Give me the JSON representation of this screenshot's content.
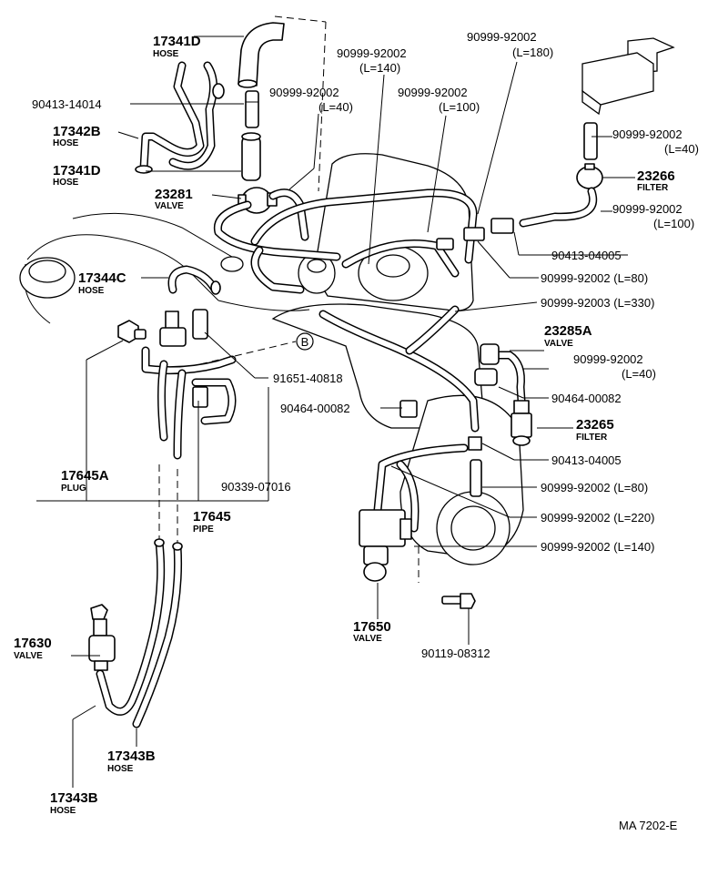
{
  "diagram": {
    "reference_code": "MA 7202-E",
    "circle_marker": "B",
    "labels": [
      {
        "id": "p17341D_top",
        "number": "17341D",
        "name": "HOSE"
      },
      {
        "id": "p90413_14014",
        "number": "90413-14014"
      },
      {
        "id": "p17342B",
        "number": "17342B",
        "name": "HOSE"
      },
      {
        "id": "p17341D_mid",
        "number": "17341D",
        "name": "HOSE"
      },
      {
        "id": "p23281",
        "number": "23281",
        "name": "VALVE"
      },
      {
        "id": "p17344C",
        "number": "17344C",
        "name": "HOSE"
      },
      {
        "id": "p90999_92002_L140_top",
        "number": "90999-92002",
        "spec": "(L=140)"
      },
      {
        "id": "p90999_92002_L40_top",
        "number": "90999-92002",
        "spec": "(L=40)"
      },
      {
        "id": "p90999_92002_L100_top",
        "number": "90999-92002",
        "spec": "(L=100)"
      },
      {
        "id": "p90999_92002_L180",
        "number": "90999-92002",
        "spec": "(L=180)"
      },
      {
        "id": "p90999_92002_L40_right",
        "number": "90999-92002",
        "spec": "(L=40)"
      },
      {
        "id": "p23266",
        "number": "23266",
        "name": "FILTER"
      },
      {
        "id": "p90999_92002_L100_right",
        "number": "90999-92002",
        "spec": "(L=100)"
      },
      {
        "id": "p90413_04005_a",
        "number": "90413-04005"
      },
      {
        "id": "p90999_92002_L80_a",
        "number": "90999-92002 (L=80)"
      },
      {
        "id": "p90999_92003_L330",
        "number": "90999-92003 (L=330)"
      },
      {
        "id": "p23285A",
        "number": "23285A",
        "name": "VALVE"
      },
      {
        "id": "p90999_92002_L40_mid",
        "number": "90999-92002",
        "spec": "(L=40)"
      },
      {
        "id": "p91651_40818",
        "number": "91651-40818"
      },
      {
        "id": "p90464_00082_left",
        "number": "90464-00082"
      },
      {
        "id": "p90464_00082_right",
        "number": "90464-00082"
      },
      {
        "id": "p23265",
        "number": "23265",
        "name": "FILTER"
      },
      {
        "id": "p90413_04005_b",
        "number": "90413-04005"
      },
      {
        "id": "p17645A",
        "number": "17645A",
        "name": "PLUG"
      },
      {
        "id": "p90339_07016",
        "number": "90339-07016"
      },
      {
        "id": "p17645",
        "number": "17645",
        "name": "PIPE"
      },
      {
        "id": "p90999_92002_L80_b",
        "number": "90999-92002 (L=80)"
      },
      {
        "id": "p90999_92002_L220",
        "number": "90999-92002 (L=220)"
      },
      {
        "id": "p90999_92002_L140_b",
        "number": "90999-92002 (L=140)"
      },
      {
        "id": "p17650",
        "number": "17650",
        "name": "VALVE"
      },
      {
        "id": "p90119_08312",
        "number": "90119-08312"
      },
      {
        "id": "p17630",
        "number": "17630",
        "name": "VALVE"
      },
      {
        "id": "p17343B_a",
        "number": "17343B",
        "name": "HOSE"
      },
      {
        "id": "p17343B_b",
        "number": "17343B",
        "name": "HOSE"
      }
    ]
  }
}
